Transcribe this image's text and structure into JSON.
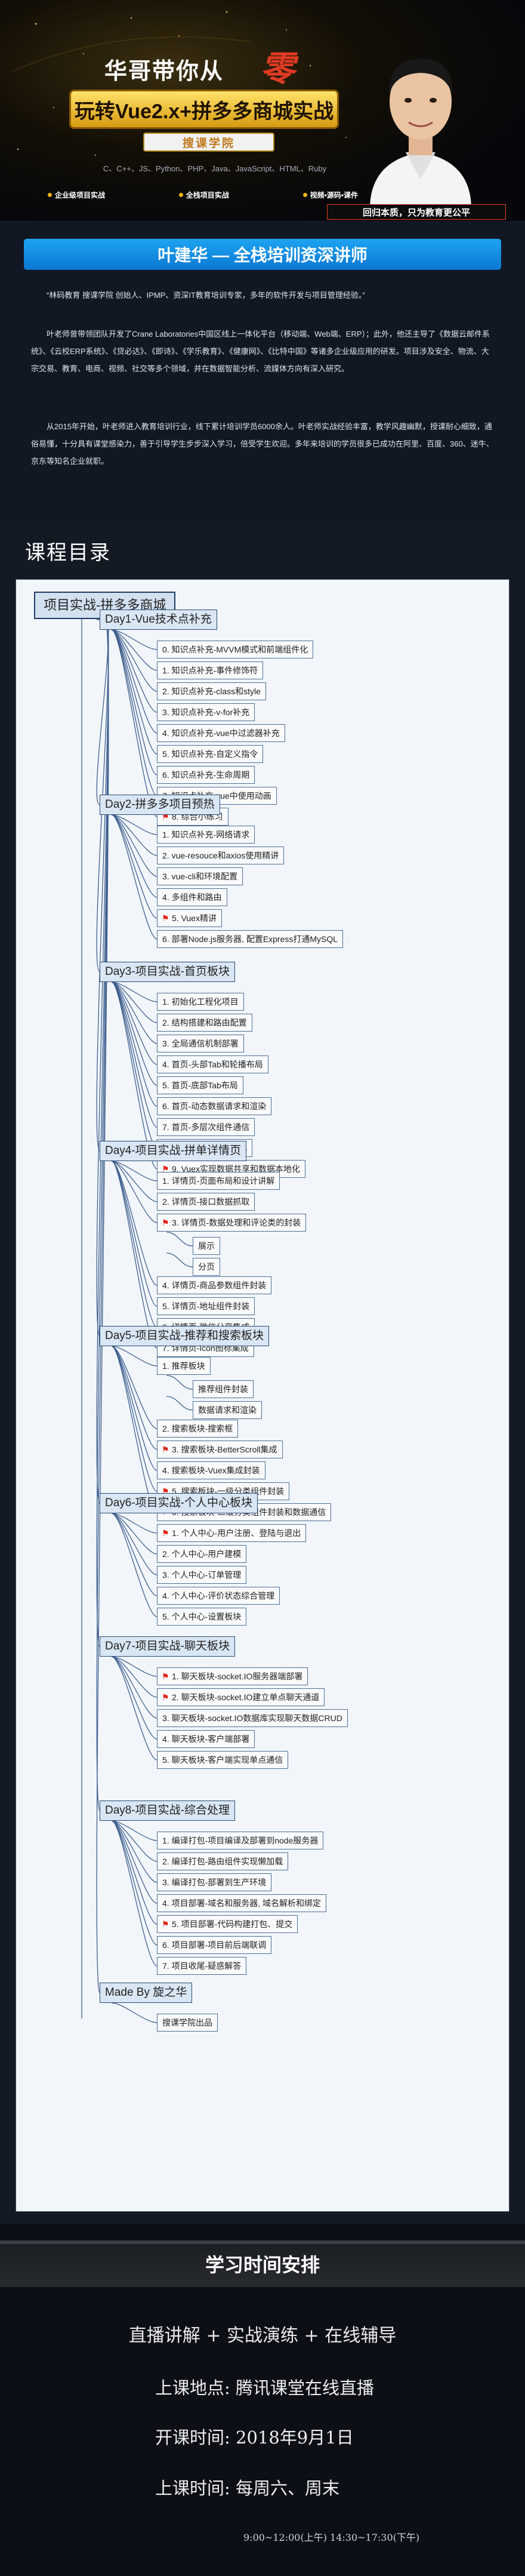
{
  "hero": {
    "title": "华哥带你从",
    "num": "零",
    "plate": "玩转Vue2.x+拼多多商城实战",
    "stage": "搜课学院",
    "techs": "C、C++、JS、Python、PHP、Java、JavaScript、HTML、Ruby",
    "features": [
      "企业级项目实战",
      "全栈项目实战",
      "视频•源码•课件"
    ],
    "slogan": "回归本质，只为教育更公平"
  },
  "teacher": {
    "title": "叶建华 — 全栈培训资深讲师",
    "p1": "“林码教育 搜课学院 创始人、IPMP、资深IT教育培训专家，多年的软件开发与项目管理经验。”",
    "p2": "叶老师曾带领团队开发了Crane Laboratories中国区线上一体化平台（移动端、Web端、ERP）；此外，他还主导了《数据云邮件系统》、《云校ERP系统》、《贷必达》、《即诗》、《学乐教育》、《健康网》、《比特中国》等诸多企业级应用的研发。项目涉及安全、物流、大宗交易、教育、电商、视频、社交等多个领域，并在数据智能分析、流媒体方向有深入研究。",
    "p3": "从2015年开始，叶老师进入教育培训行业，线下累计培训学员6000余人。叶老师实战经验丰富，教学风趣幽默，授课耐心细致，通俗易懂，十分具有课堂感染力，善于引导学生步步深入学习，倍受学生欢迎。多年来培训的学员很多已成功在阿里、百度、360、迷牛、京东等知名企业就职。"
  },
  "course_title": "课程目录",
  "map": {
    "root": "项目实战-拼多多商城",
    "sections": [
      {
        "label": "Day1-Vue技术点补充",
        "items": [
          {
            "t": "0. 知识点补充-MVVM模式和前端组件化"
          },
          {
            "t": "1. 知识点补充-事件修饰符"
          },
          {
            "t": "2. 知识点补充-class和style"
          },
          {
            "t": "3. 知识点补充-v-for补充"
          },
          {
            "t": "4. 知识点补充-vue中过滤器补充"
          },
          {
            "t": "5. 知识点补充-自定义指令"
          },
          {
            "t": "6. 知识点补充-生命周期"
          },
          {
            "t": "7. 知识点补充-vue中使用动画"
          },
          {
            "t": "8. 综合小练习",
            "f": 1
          }
        ]
      },
      {
        "label": "Day2-拼多多项目预热",
        "items": [
          {
            "t": "1. 知识点补充-网络请求"
          },
          {
            "t": "2. vue-resouce和axios使用精讲"
          },
          {
            "t": "3. vue-cli和环境配置"
          },
          {
            "t": "4. 多组件和路由"
          },
          {
            "t": "5. Vuex精讲",
            "f": 1
          },
          {
            "t": "6. 部署Node.js服务器, 配置Express打通MySQL"
          }
        ]
      },
      {
        "label": "Day3-项目实战-首页板块",
        "items": [
          {
            "t": "1. 初始化工程化项目"
          },
          {
            "t": "2. 结构搭建和路由配置"
          },
          {
            "t": "3. 全局通信机制部署"
          },
          {
            "t": "4. 首页-头部Tab和轮播布局"
          },
          {
            "t": "5. 首页-底部Tab布局"
          },
          {
            "t": "6. 首页-动态数据请求和渲染"
          },
          {
            "t": "7. 首页-多层次组件通信"
          },
          {
            "t": "8. 首页-List性能优化",
            "f": 1
          },
          {
            "t": "9. Vuex实现数据共享和数据本地化",
            "f": 1
          }
        ]
      },
      {
        "label": "Day4-项目实战-拼单详情页",
        "items": [
          {
            "t": "1. 详情页-页面布局和设计讲解"
          },
          {
            "t": "2. 详情页-接口数据抓取"
          },
          {
            "t": "3. 详情页-数据处理和评论类的封装",
            "f": 1,
            "sub": [
              "展示",
              "分页"
            ]
          },
          {
            "t": "4. 详情页-商品参数组件封装"
          },
          {
            "t": "5. 详情页-地址组件封装"
          },
          {
            "t": "6. 详情页-微信分享集成"
          },
          {
            "t": "7. 详情页-Icon图标集成"
          }
        ]
      },
      {
        "label": "Day5-项目实战-推荐和搜索板块",
        "items": [
          {
            "t": "1. 推荐板块",
            "sub": [
              "推荐组件封装",
              "数据请求和渲染"
            ]
          },
          {
            "t": "2. 搜索板块-搜索框"
          },
          {
            "t": "3. 搜索板块-BetterScroll集成",
            "f": 1
          },
          {
            "t": "4. 搜索板块-Vuex集成封装"
          },
          {
            "t": "5. 搜索板块-一级分类组件封装",
            "f": 1
          },
          {
            "t": "6. 搜索板块-二级分类组件封装和数据通信",
            "f": 1
          }
        ]
      },
      {
        "label": "Day6-项目实战-个人中心板块",
        "items": [
          {
            "t": "1. 个人中心-用户注册、登陆与退出",
            "f": 1
          },
          {
            "t": "2. 个人中心-用户建模"
          },
          {
            "t": "3. 个人中心-订单管理"
          },
          {
            "t": "4. 个人中心-评价状态综合管理"
          },
          {
            "t": "5. 个人中心-设置板块"
          }
        ]
      },
      {
        "label": "Day7-项目实战-聊天板块",
        "items": [
          {
            "t": "1. 聊天板块-socket.IO服务器端部署",
            "f": 1
          },
          {
            "t": "2. 聊天板块-socket.IO建立单点聊天通道",
            "f": 1
          },
          {
            "t": "3. 聊天板块-socket.IO数据库实现聊天数据CRUD"
          },
          {
            "t": "4. 聊天板块-客户端部署"
          },
          {
            "t": "5. 聊天板块-客户端实现单点通信"
          }
        ]
      },
      {
        "label": "Day8-项目实战-综合处理",
        "items": [
          {
            "t": "1. 编译打包-项目编译及部署到node服务器"
          },
          {
            "t": "2. 编译打包-路由组件实现懒加载"
          },
          {
            "t": "3. 编译打包-部署到生产环境"
          },
          {
            "t": "4. 项目部署-域名和服务器, 域名解析和绑定"
          },
          {
            "t": "5. 项目部署-代码构建打包、提交",
            "f": 1
          },
          {
            "t": "6. 项目部署-项目前后端联调"
          },
          {
            "t": "7. 项目收尾-疑惑解答"
          }
        ]
      },
      {
        "label": "Made By 旋之华",
        "items": [
          {
            "t": "搜课学院出品"
          }
        ]
      }
    ]
  },
  "schedule": {
    "title": "学习时间安排",
    "learn": "直播讲解 + 实战演练 + 在线辅导",
    "place_label": "上课地点:",
    "place": "腾讯课堂在线直播",
    "open_label": "开课时间:",
    "open": "2018年9月1日",
    "class_label": "上课时间:",
    "class": "每周六、周末",
    "times": "9:00~12:00(上午) 14:30~17:30(下午)"
  }
}
